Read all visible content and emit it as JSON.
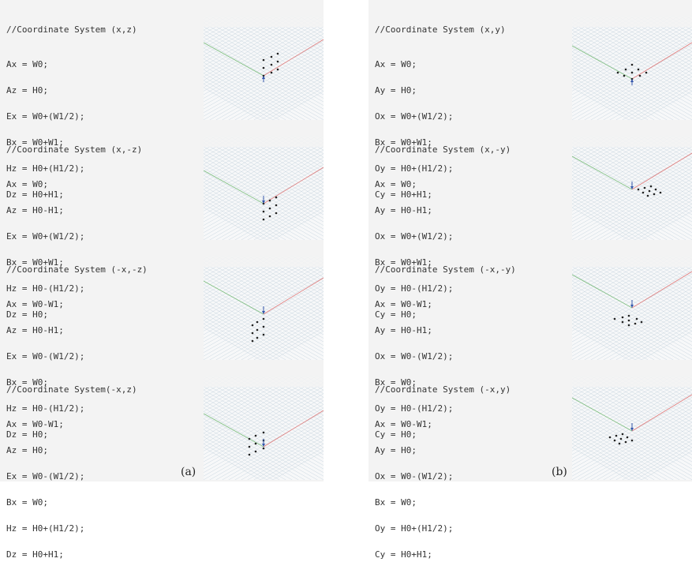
{
  "figure": {
    "columns": [
      {
        "caption": "(a)",
        "panels": [
          {
            "header": "//Coordinate System (x,z)",
            "lines": [
              "Ax = W0;",
              "Az = H0;",
              "Ex = W0+(W1/2);",
              "Bx = W0+W1;",
              "Hz = H0+(H1/2);",
              "Dz = H0+H1;"
            ],
            "view": "xz"
          },
          {
            "header": "//Coordinate System (x,-z)",
            "lines": [
              "Ax = W0;",
              "Az = H0-H1;",
              "Ex = W0+(W1/2);",
              "Bx = W0+W1;",
              "Hz = H0-(H1/2);",
              "Dz = H0;"
            ],
            "view": "x-z"
          },
          {
            "header": "//Coordinate System (-x,-z)",
            "lines": [
              "Ax = W0-W1;",
              "Az = H0-H1;",
              "Ex = W0-(W1/2);",
              "Bx = W0;",
              "Hz = H0-(H1/2);",
              "Dz = H0;"
            ],
            "view": "-x-z"
          },
          {
            "header": "//Coordinate System(-x,z)",
            "lines": [
              "Ax = W0-W1;",
              "Az = H0;",
              "Ex = W0-(W1/2);",
              "Bx = W0;",
              "Hz = H0+(H1/2);",
              "Dz = H0+H1;"
            ],
            "view": "-xz"
          }
        ]
      },
      {
        "caption": "(b)",
        "panels": [
          {
            "header": "//Coordinate System (x,y)",
            "lines": [
              "Ax = W0;",
              "Ay = H0;",
              "Ox = W0+(W1/2);",
              "Bx = W0+W1;",
              "Oy = H0+(H1/2);",
              "Cy = H0+H1;"
            ],
            "view": "xy"
          },
          {
            "header": "//Coordinate System (x,-y)",
            "lines": [
              "Ax = W0;",
              "Ay = H0-H1;",
              "Ox = W0+(W1/2);",
              "Bx = W0+W1;",
              "Oy = H0-(H1/2);",
              "Cy = H0;"
            ],
            "view": "x-y"
          },
          {
            "header": "//Coordinate System (-x,-y)",
            "lines": [
              "Ax = W0-W1;",
              "Ay = H0-H1;",
              "Ox = W0-(W1/2);",
              "Bx = W0;",
              "Oy = H0-(H1/2);",
              "Cy = H0;"
            ],
            "view": "-x-y"
          },
          {
            "header": "//Coordinate System (-x,y)",
            "lines": [
              "Ax = W0-W1;",
              "Ay = H0;",
              "Ox = W0-(W1/2);",
              "Bx = W0;",
              "Oy = H0+(H1/2);",
              "Cy = H0+H1;"
            ],
            "view": "-xy"
          }
        ]
      }
    ]
  },
  "colors": {
    "grid": "#c9d6df",
    "x_axis": "#e07a7a",
    "y_axis": "#7fbf7f",
    "point": "#222222",
    "text": "#333333"
  }
}
